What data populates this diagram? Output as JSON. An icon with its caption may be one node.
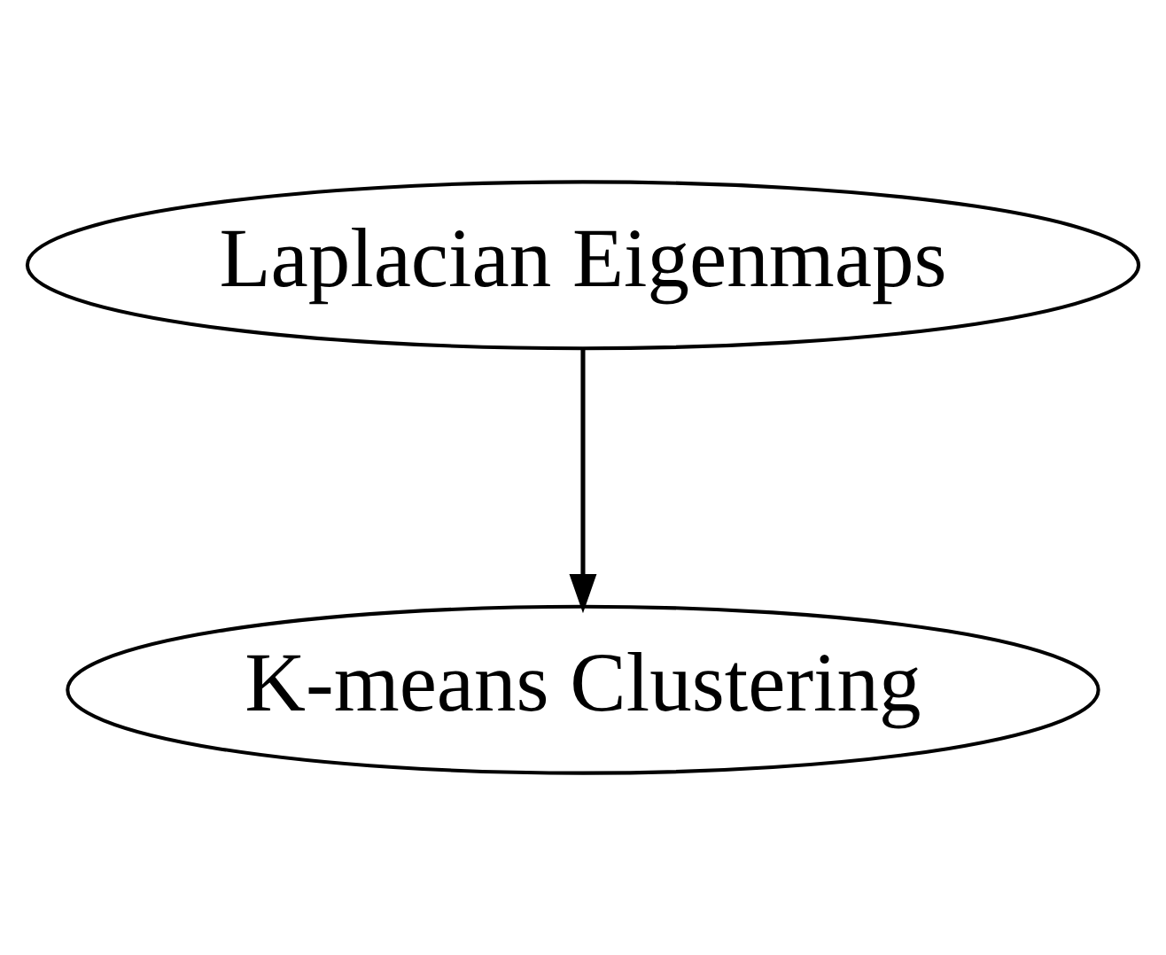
{
  "diagram": {
    "nodes": [
      {
        "text": [
          "Laplacian Eigenmaps"
        ]
      },
      {
        "text": [
          "K-means Clustering"
        ]
      }
    ],
    "edges": [
      {
        "from": 0,
        "to": 1,
        "arrow": "to"
      }
    ]
  }
}
